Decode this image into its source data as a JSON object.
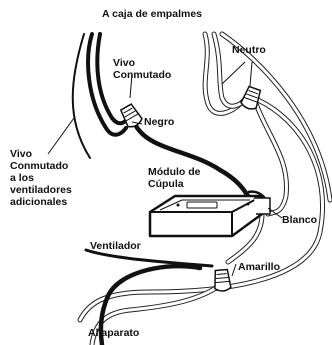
{
  "labels": {
    "top": "A caja de empalmes",
    "neutro": "Neutro",
    "vivo_conmutado": "Vivo\nConmutado",
    "negro": "Negro",
    "vivo_adicionales": "Vivo\nConmutado\na los\nventiladores\nadicionales",
    "modulo": "Módulo de\nCúpula",
    "blanco": "Blanco",
    "ventilador": "Ventilador",
    "amarillo": "Amarillo",
    "aparato": "Al aparato"
  },
  "colors": {
    "wire_black": "#111111",
    "wire_outline": "#222222",
    "module_fill": "#ffffff",
    "connector_fill": "#ffffff"
  },
  "icons": {
    "wire_nut": "wire-nut-icon",
    "module": "dome-module-icon"
  }
}
